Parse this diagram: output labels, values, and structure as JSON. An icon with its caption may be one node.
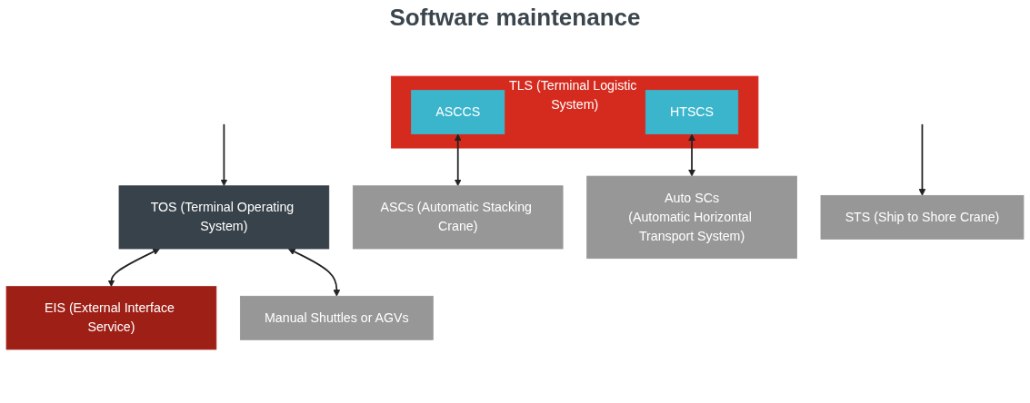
{
  "diagram": {
    "title": "Software maintenance",
    "nodes": [
      {
        "text": [
          "TOS (Terminal Operating System)"
        ]
      },
      {
        "text": [
          "EIS (External Interface Service)"
        ]
      },
      {
        "text": [
          "TLS (Terminal Logistic System)"
        ]
      },
      {
        "text": [
          "ASCCS"
        ],
        "in": 2
      },
      {
        "text": [
          "HTSCS"
        ],
        "in": 2
      },
      {
        "text": [
          "Manual Shuttles or AGVs"
        ]
      },
      {
        "text": [
          "ASCs (Automatic Stacking Crane)"
        ]
      },
      {
        "text": [
          "Auto SCs",
          "(Automatic Horizontal Transport System)"
        ]
      },
      {
        "text": [
          "STS (Ship to Shore Crane)"
        ]
      }
    ],
    "edges": [
      {
        "from": 0,
        "to": 1,
        "arrow": "both"
      },
      {
        "from": 3,
        "to": 6,
        "arrow": "both"
      },
      {
        "from": 4,
        "to": 7,
        "arrow": "both"
      },
      {
        "from": 0,
        "to": 5,
        "arrow": "both"
      },
      {
        "from": null,
        "to": 0,
        "arrow": "to"
      },
      {
        "from": null,
        "to": 8,
        "arrow": "to"
      }
    ]
  }
}
